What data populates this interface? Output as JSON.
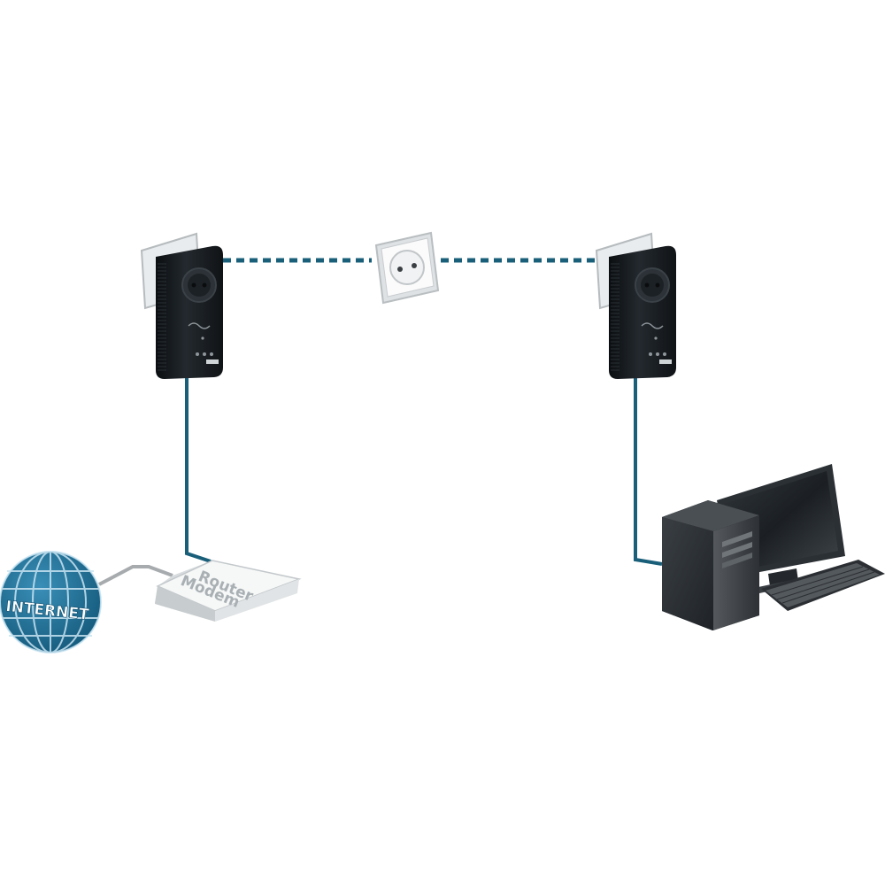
{
  "labels": {
    "internet": "INTERNET",
    "router_line1": "Modem",
    "router_line2": "Router"
  },
  "colors": {
    "cable": "#1a5f7a",
    "dotted_link": "#1a5f7a",
    "globe": "#1c6e95",
    "globe_grid": "#c8e4f2",
    "adapter": "#15191d",
    "router": "#f2f3f3",
    "router_text": "#a9b0b4",
    "ethernet_grey": "#a7abae",
    "computer_dark": "#2b2f33"
  },
  "icons": [
    "globe-icon",
    "router-icon",
    "powerline-adapter-icon",
    "wall-socket-icon",
    "desktop-computer-icon",
    "monitor-icon",
    "keyboard-icon"
  ]
}
